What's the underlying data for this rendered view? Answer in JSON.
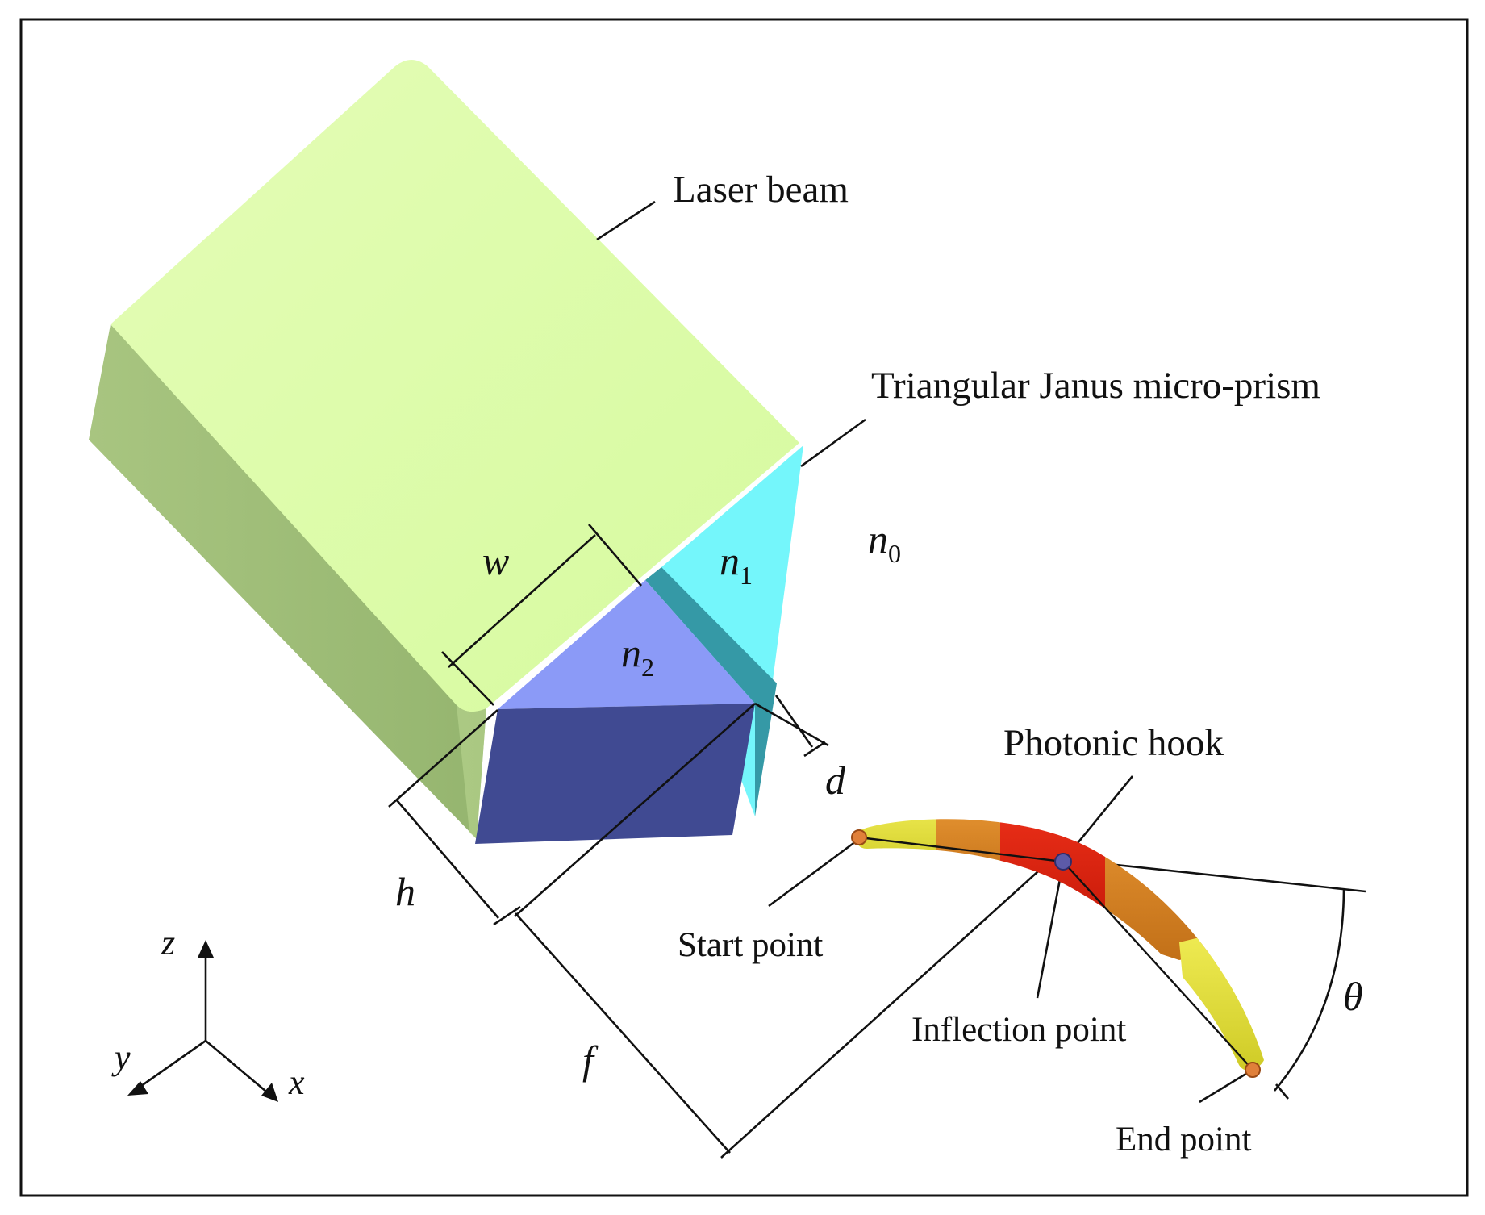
{
  "labels": {
    "laser_beam": "Laser beam",
    "prism": "Triangular Janus micro-prism",
    "photonic_hook": "Photonic hook",
    "start_point": "Start point",
    "inflection_point": "Inflection point",
    "end_point": "End point"
  },
  "variables": {
    "w": "w",
    "h": "h",
    "d": "d",
    "f": "f",
    "theta": "θ",
    "n0": "n",
    "n0_sub": "0",
    "n1": "n",
    "n1_sub": "1",
    "n2": "n",
    "n2_sub": "2"
  },
  "axes": {
    "x": "x",
    "y": "y",
    "z": "z"
  },
  "colors": {
    "beam_top": "#dcfcaa",
    "beam_side": "#9ebd78",
    "prism_n1": "#74f6fb",
    "prism_n1_shadow": "#3599a6",
    "prism_n2_top": "#8b9af7",
    "prism_n2_front": "#404a92",
    "hook_yellow": "#e8e63a",
    "hook_orange": "#e08a22",
    "hook_red": "#e2220e",
    "point_marker": "#e0803a",
    "inflection_marker": "#5c5aa8"
  }
}
